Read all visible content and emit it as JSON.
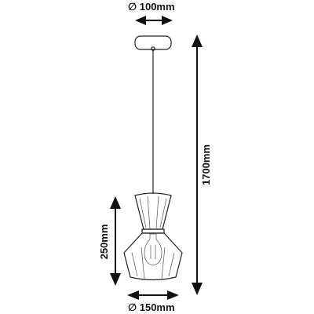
{
  "dimensions": {
    "canopy_diameter": "∅ 100mm",
    "total_height": "1700mm",
    "shade_height": "250mm",
    "shade_diameter": "∅ 150mm"
  },
  "colors": {
    "line": "#222222",
    "arrow": "#111111",
    "background": "#ffffff"
  }
}
